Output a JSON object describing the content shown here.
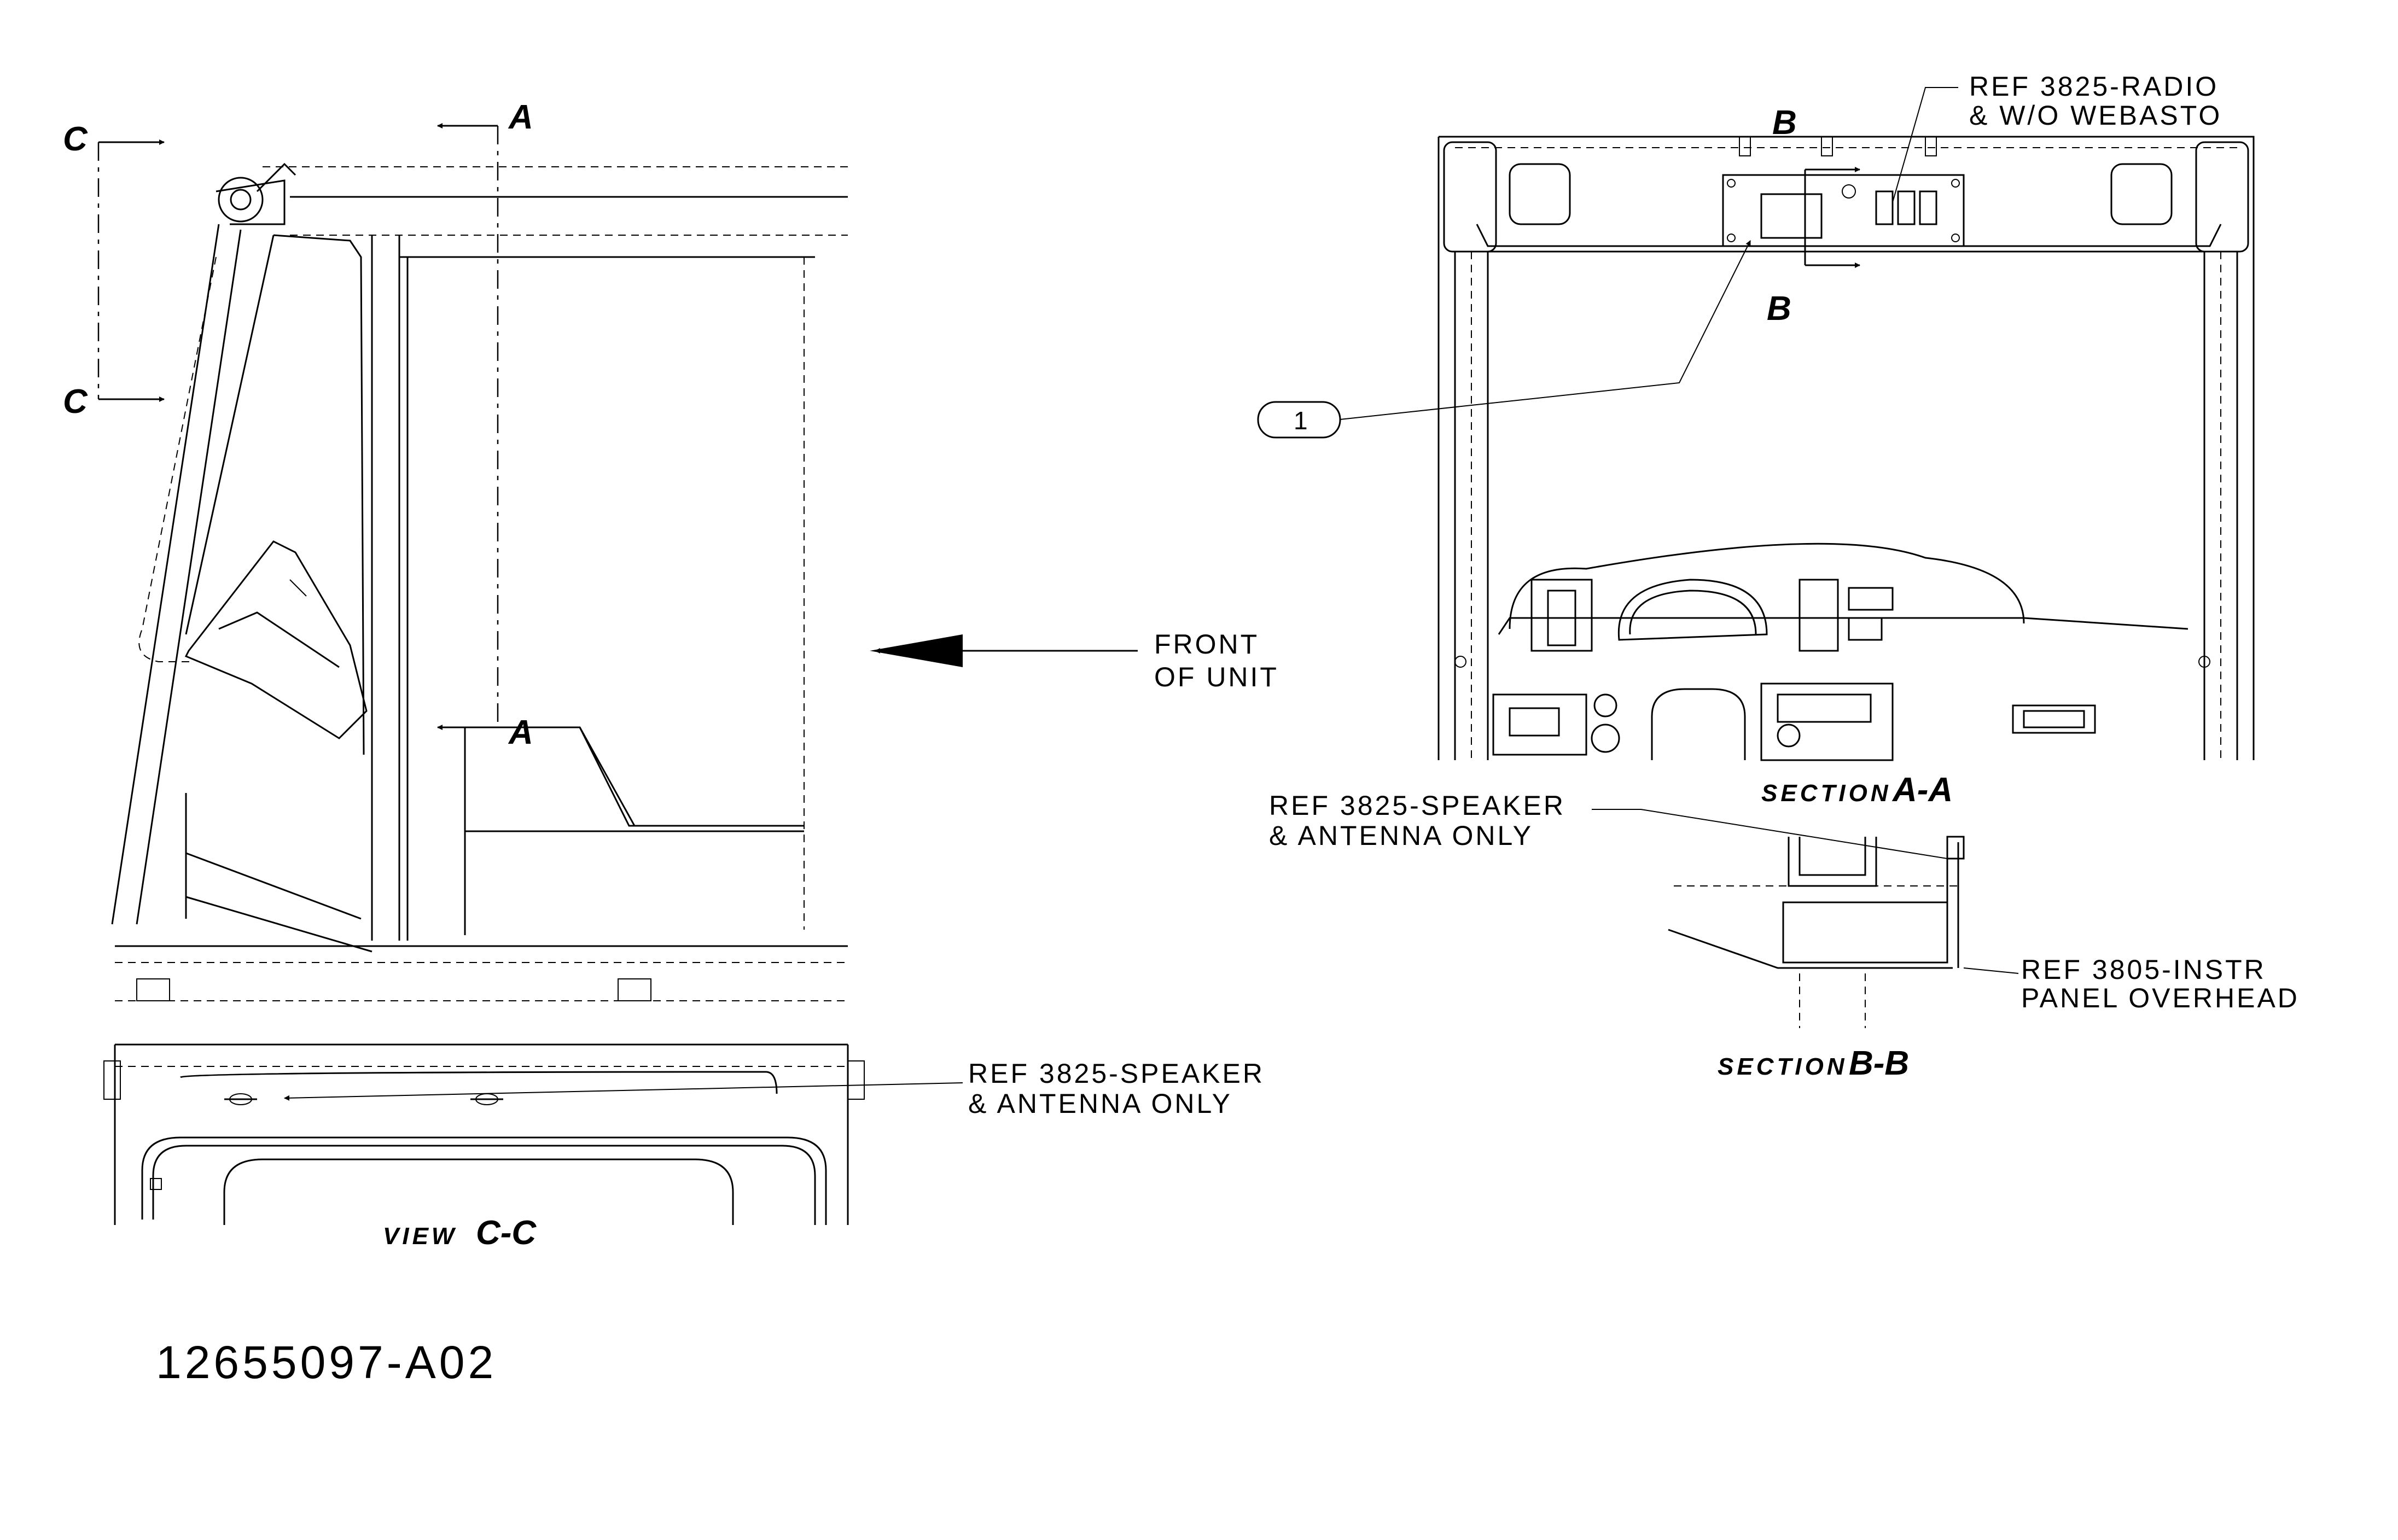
{
  "labels": {
    "section_marker_c": "C",
    "section_marker_a": "A",
    "section_marker_b": "B",
    "front_line1": "FRONT",
    "front_line2": "OF UNIT",
    "radio_ref_line1": "REF 3825-RADIO",
    "radio_ref_line2": "& W/O WEBASTO",
    "item_bubble": "1",
    "section_aa_word": "SECTION",
    "section_aa_letters": "A-A",
    "speaker_ref_right_line1": "REF 3825-SPEAKER",
    "speaker_ref_right_line2": "& ANTENNA ONLY",
    "instr_ref_line1": "REF 3805-INSTR",
    "instr_ref_line2": "PANEL OVERHEAD",
    "section_bb_word": "SECTION",
    "section_bb_letters": "B-B",
    "speaker_ref_left_line1": "REF 3825-SPEAKER",
    "speaker_ref_left_line2": "& ANTENNA ONLY",
    "view_cc_word": "VIEW",
    "view_cc_letters": "C-C",
    "drawing_number": "12655097-A02"
  }
}
